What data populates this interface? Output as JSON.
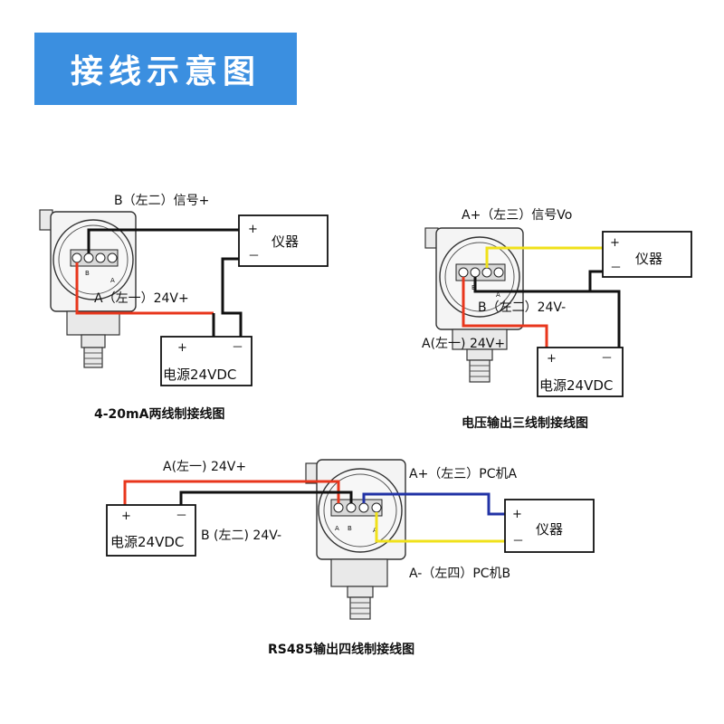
{
  "title": "接线示意图",
  "colors": {
    "banner": "#3b8fe0",
    "wire_red": "#e8361c",
    "wire_black": "#111111",
    "wire_yellow": "#f0e11a",
    "wire_blue": "#2233a6"
  },
  "diagram1": {
    "caption": "4-20mA两线制接线图",
    "label_signal": "B（左二）信号+",
    "label_power": "A（左一）24V+",
    "instrument": "仪器",
    "power_supply": "电源24VDC",
    "terminal_b": "B",
    "terminal_a": "A",
    "plus": "+",
    "minus": "－"
  },
  "diagram2": {
    "caption": "电压输出三线制接线图",
    "label_signal": "A+（左三）信号Vo",
    "label_minus": "B（左二）24V-",
    "label_plus": "A(左一) 24V+",
    "instrument": "仪器",
    "power_supply": "电源24VDC",
    "terminal_b": "B",
    "terminal_a": "A",
    "plus": "+",
    "minus": "－"
  },
  "diagram3": {
    "caption": "RS485输出四线制接线图",
    "label_plus": "A(左一) 24V+",
    "label_minus": "B (左二) 24V-",
    "label_pca": "A+（左三）PC机A",
    "label_pcb": "A-（左四）PC机B",
    "instrument": "仪器",
    "power_supply": "电源24VDC",
    "terminal_a": "A",
    "terminal_b": "B",
    "plus": "+",
    "minus": "－"
  }
}
